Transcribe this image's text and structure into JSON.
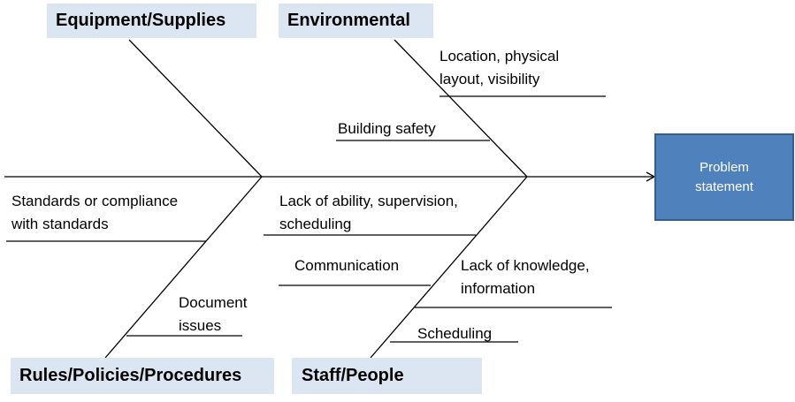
{
  "categories": {
    "equipment": "Equipment/Supplies",
    "environmental": "Environmental",
    "rules": "Rules/Policies/Procedures",
    "staff": "Staff/People"
  },
  "causes": {
    "location_l1": "Location,  physical",
    "location_l2": "layout,  visibility",
    "building_safety": "Building safety",
    "standards_l1": "Standards or compliance",
    "standards_l2": "with standards",
    "lack_ability_l1": "Lack of ability, supervision,",
    "lack_ability_l2": "scheduling",
    "communication": "Communication",
    "lack_knowledge_l1": "Lack of knowledge,",
    "lack_knowledge_l2": "information",
    "document_l1": "Document",
    "document_l2": "issues",
    "scheduling": "Scheduling"
  },
  "problem": {
    "line1": "Problem",
    "line2": "statement"
  },
  "colors": {
    "category_fill": "#dce6f2",
    "problem_fill": "#4f81bd",
    "problem_border": "#385d8a",
    "line": "#000000"
  }
}
